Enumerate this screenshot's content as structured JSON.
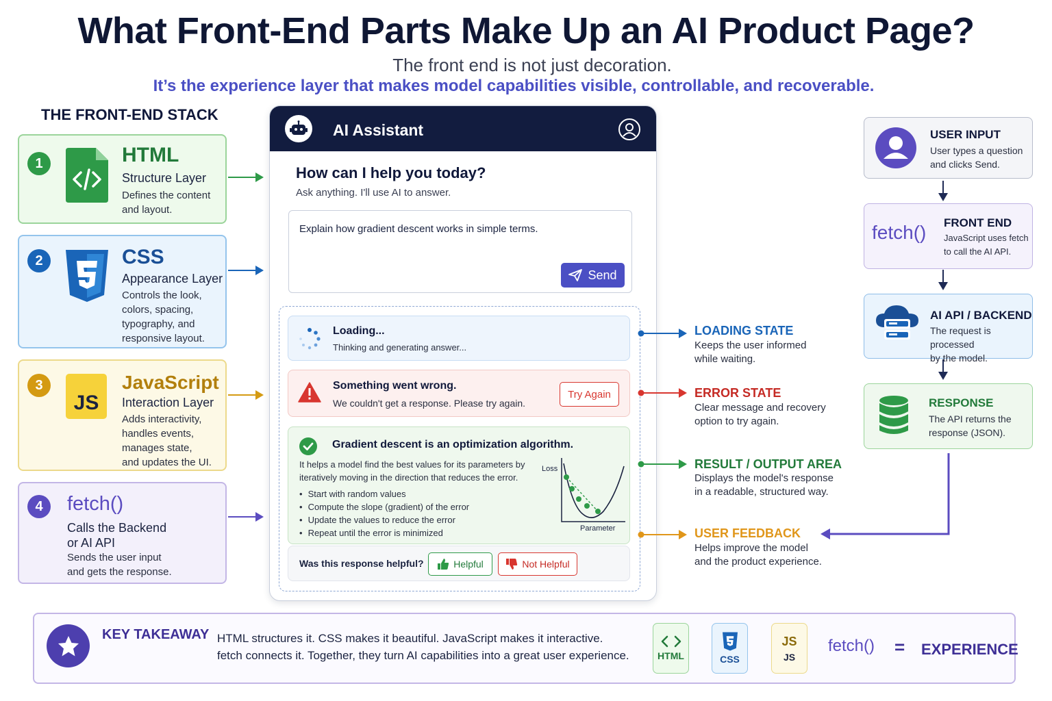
{
  "header": {
    "title": "What Front-End Parts Make Up an AI Product Page?",
    "subtitle": "The front end is not just decoration.",
    "tagline": "It’s the experience layer that makes model capabilities visible, controllable, and recoverable."
  },
  "stack": {
    "title": "THE FRONT-END STACK",
    "layers": [
      {
        "num": "1",
        "name": "HTML",
        "role": "Structure Layer",
        "desc": [
          "Defines the content",
          "and layout."
        ],
        "color": "#2e9a48"
      },
      {
        "num": "2",
        "name": "CSS",
        "role": "Appearance Layer",
        "desc": [
          "Controls the look,",
          "colors, spacing,",
          "typography, and",
          "responsive layout."
        ],
        "color": "#1a65b8"
      },
      {
        "num": "3",
        "name": "JavaScript",
        "role": "Interaction Layer",
        "desc": [
          "Adds interactivity,",
          "handles events,",
          "manages state,",
          "and updates the UI."
        ],
        "color": "#d49a12"
      },
      {
        "num": "4",
        "name": "fetch()",
        "role": "Calls the Backend",
        "role2": "or AI API",
        "desc": [
          "Sends the user input",
          "and gets the response."
        ],
        "color": "#5b4cc0"
      }
    ]
  },
  "panel": {
    "title": "AI Assistant",
    "prompt_title": "How can I help you today?",
    "prompt_sub": "Ask anything. I'll use AI to answer.",
    "question": "Explain how gradient descent works in simple terms.",
    "send_label": "Send",
    "loading": {
      "title": "Loading...",
      "sub": "Thinking and generating answer..."
    },
    "error": {
      "title": "Something went wrong.",
      "sub": "We couldn't get a response. Please try again.",
      "button": "Try Again"
    },
    "result": {
      "title": "Gradient descent is an optimization algorithm.",
      "body1": "It helps a model find the best values for its parameters by",
      "body2": "iteratively moving in the direction that reduces the error.",
      "bullets": [
        "Start with random values",
        "Compute the slope (gradient) of the error",
        "Update the values to reduce the error",
        "Repeat until the error is minimized"
      ],
      "chart_ylabel": "Loss",
      "chart_xlabel": "Parameter"
    },
    "feedback": {
      "question": "Was this response helpful?",
      "yes": "Helpful",
      "no": "Not Helpful"
    }
  },
  "callouts": [
    {
      "title": "LOADING STATE",
      "desc": [
        "Keeps the user informed",
        "while waiting."
      ],
      "color": "#1a65b8"
    },
    {
      "title": "ERROR STATE",
      "desc": [
        "Clear message and recovery",
        "option to try again."
      ],
      "color": "#c52a24"
    },
    {
      "title": "RESULT / OUTPUT AREA",
      "desc": [
        "Displays the model's response",
        "in a readable, structured way."
      ],
      "color": "#227a3a"
    },
    {
      "title": "USER FEEDBACK",
      "desc": [
        "Helps improve the model",
        "and the product experience."
      ],
      "color": "#e0961a"
    }
  ],
  "flow": {
    "user": {
      "title": "USER INPUT",
      "desc": [
        "User types a question",
        "and clicks Send."
      ]
    },
    "front": {
      "code": "fetch()",
      "title": "FRONT END",
      "desc": [
        "JavaScript uses fetch",
        "to call the AI API."
      ]
    },
    "api": {
      "title": "AI API / BACKEND",
      "desc": [
        "The request is processed",
        "by the model."
      ]
    },
    "resp": {
      "title": "RESPONSE",
      "desc": [
        "The API returns the",
        "response (JSON)."
      ]
    }
  },
  "takeaway": {
    "title": "KEY TAKEAWAY",
    "line1": "HTML structures it. CSS makes it beautiful. JavaScript makes it interactive.",
    "line2": "fetch connects it. Together, they turn AI capabilities into a great user experience.",
    "chips": [
      "HTML",
      "CSS",
      "JS"
    ],
    "js_glyph": "JS",
    "fetch": "fetch()",
    "equals": "=",
    "result": "EXPERIENCE"
  }
}
